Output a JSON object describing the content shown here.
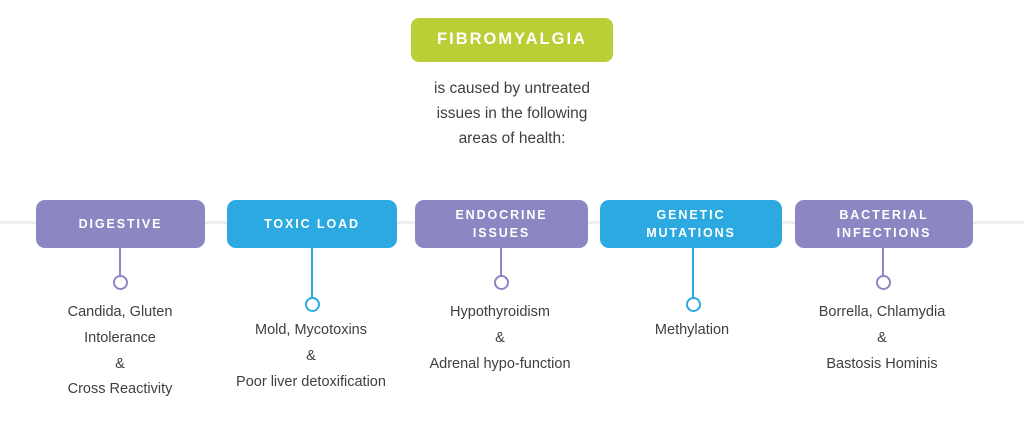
{
  "root": {
    "badge_label": "FIBROMYALGIA",
    "caption": "is caused by untreated issues in the following areas of health:",
    "badge_color": "#bbce35"
  },
  "colors": {
    "purple": "#8c86c2",
    "blue": "#2ba9e0",
    "green": "#bbce35",
    "rail": "#eeeeee",
    "text": "#3f3f3f"
  },
  "categories": [
    {
      "label": "DIGESTIVE",
      "color": "#8c86c2",
      "theme": "purple",
      "details": [
        "Candida, Gluten",
        "Intolerance",
        "&",
        "Cross Reactivity"
      ],
      "detail_line_1": "Candida, Gluten",
      "detail_line_2": "Intolerance",
      "detail_amp": "&",
      "detail_line_3": "Cross Reactivity"
    },
    {
      "label": "TOXIC LOAD",
      "color": "#2ba9e0",
      "theme": "blue",
      "details": [
        "Mold, Mycotoxins",
        "&",
        "Poor liver detoxification"
      ],
      "detail_line_1": "Mold, Mycotoxins",
      "detail_amp": "&",
      "detail_line_2": "Poor liver detoxification"
    },
    {
      "label": "ENDOCRINE ISSUES",
      "label_line_1": "ENDOCRINE",
      "label_line_2": "ISSUES",
      "color": "#8c86c2",
      "theme": "purple",
      "details": [
        "Hypothyroidism",
        "&",
        "Adrenal hypo-function"
      ],
      "detail_line_1": "Hypothyroidism",
      "detail_amp": "&",
      "detail_line_2": "Adrenal hypo-function"
    },
    {
      "label": "GENETIC MUTATIONS",
      "label_line_1": "GENETIC",
      "label_line_2": "MUTATIONS",
      "color": "#2ba9e0",
      "theme": "blue",
      "details": [
        "Methylation"
      ],
      "detail_line_1": "Methylation"
    },
    {
      "label": "BACTERIAL INFECTIONS",
      "label_line_1": "BACTERIAL",
      "label_line_2": "INFECTIONS",
      "color": "#8c86c2",
      "theme": "purple",
      "details": [
        "Borrella, Chlamydia",
        "&",
        "Bastosis Hominis"
      ],
      "detail_line_1": "Borrella, Chlamydia",
      "detail_amp": "&",
      "detail_line_2": "Bastosis Hominis"
    }
  ]
}
